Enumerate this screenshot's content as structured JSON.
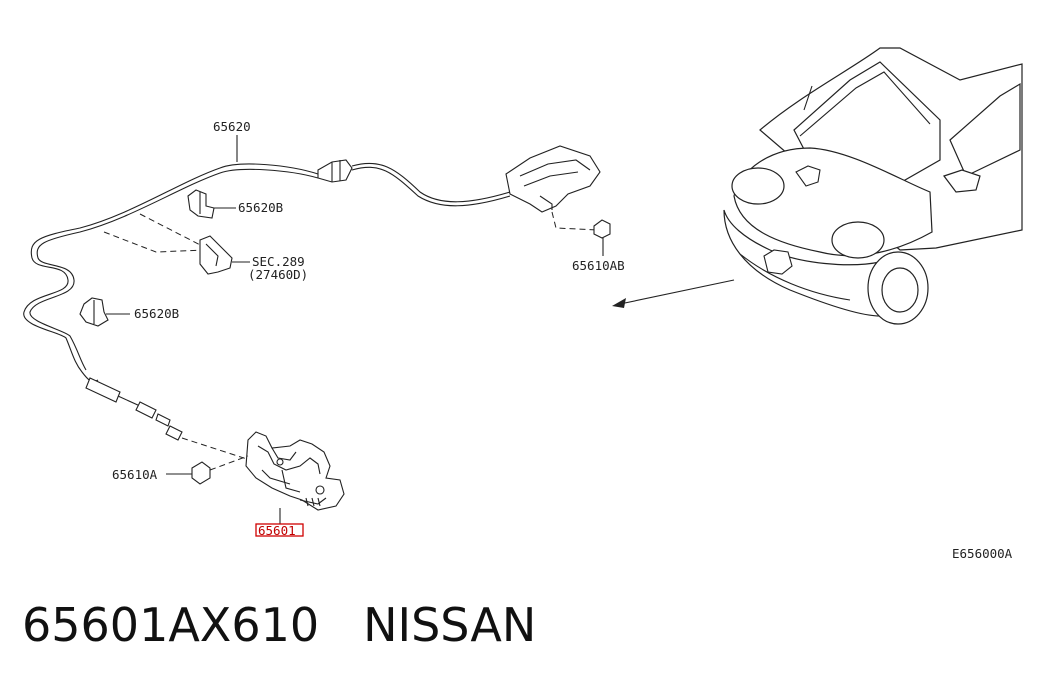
{
  "labels": {
    "cable": "65620",
    "clip_upper": "65620B",
    "sec_ref": "SEC.289",
    "sec_ref_sub": "(27460D)",
    "clip_lower": "65620B",
    "bolt_upper": "65610AB",
    "bolt_lower": "65610A",
    "lock_part": "65601",
    "figure_code": "E656000A"
  },
  "highlight_color": "#d00000",
  "caption": {
    "part_number": "65601AX610",
    "brand": "NISSAN"
  }
}
